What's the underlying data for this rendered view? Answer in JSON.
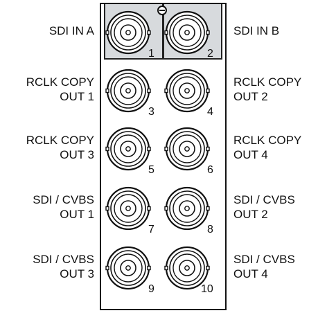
{
  "panel": {
    "connectors": [
      {
        "number": "1",
        "label": [
          "SDI IN A"
        ]
      },
      {
        "number": "2",
        "label": [
          "SDI IN B"
        ]
      },
      {
        "number": "3",
        "label": [
          "RCLK COPY",
          "OUT 1"
        ]
      },
      {
        "number": "4",
        "label": [
          "RCLK COPY",
          "OUT 2"
        ]
      },
      {
        "number": "5",
        "label": [
          "RCLK COPY",
          "OUT 3"
        ]
      },
      {
        "number": "6",
        "label": [
          "RCLK COPY",
          "OUT 4"
        ]
      },
      {
        "number": "7",
        "label": [
          "SDI / CVBS",
          "OUT 1"
        ]
      },
      {
        "number": "8",
        "label": [
          "SDI / CVBS",
          "OUT 2"
        ]
      },
      {
        "number": "9",
        "label": [
          "SDI / CVBS",
          "OUT 3"
        ]
      },
      {
        "number": "10",
        "label": [
          "SDI / CVBS",
          "OUT 4"
        ]
      }
    ]
  }
}
